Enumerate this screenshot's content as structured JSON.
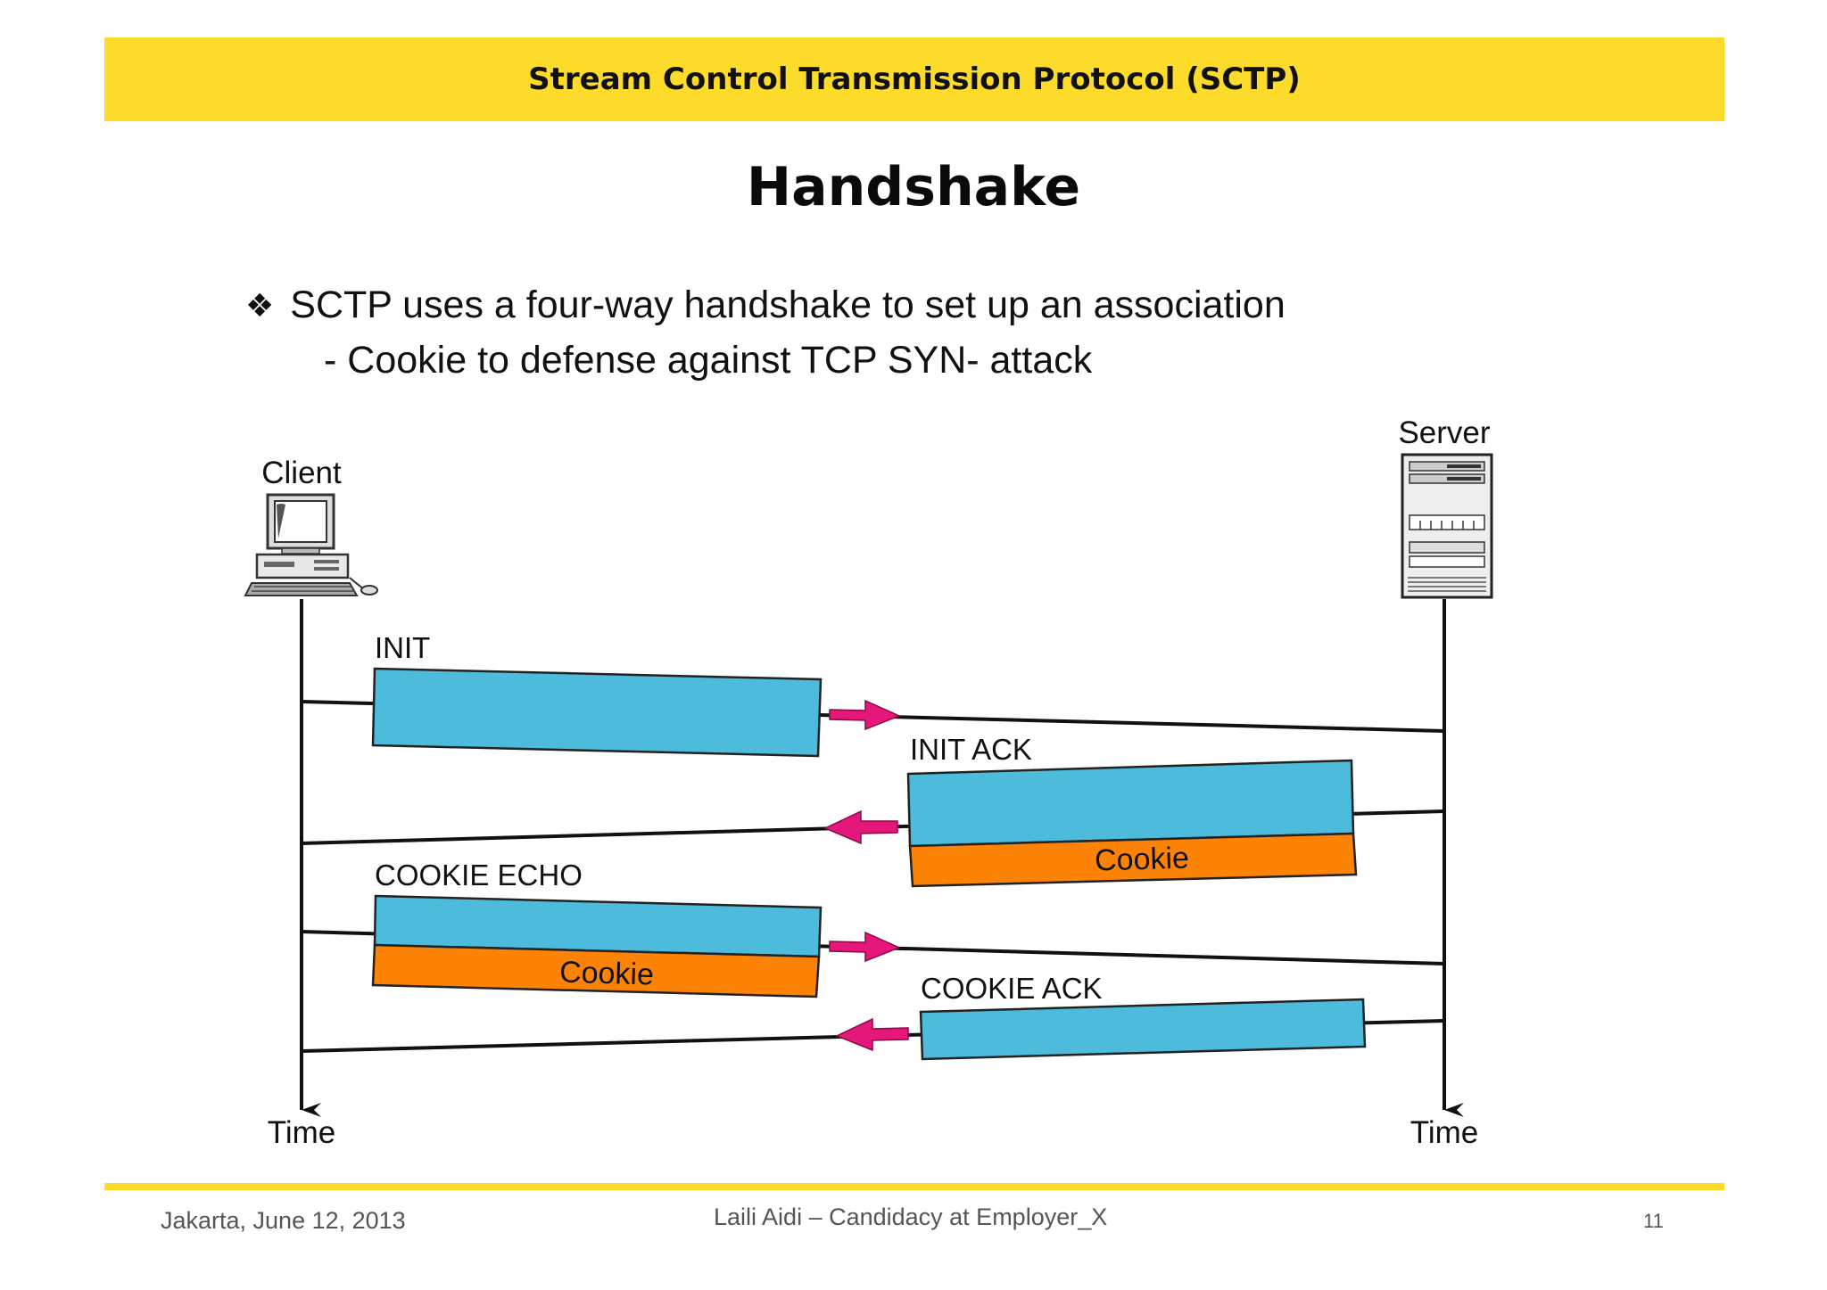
{
  "header": {
    "title": "Stream Control Transmission Protocol (SCTP)"
  },
  "slide": {
    "title": "Handshake",
    "bullet": "SCTP uses a four-way handshake to set up an association",
    "sub_bullet": "- Cookie to defense against TCP SYN- attack",
    "bullet_icon": "diamond-bullet-icon"
  },
  "diagram": {
    "client_label": "Client",
    "server_label": "Server",
    "client_time_label": "Time",
    "server_time_label": "Time",
    "messages": [
      {
        "label": "INIT",
        "direction": "client-to-server",
        "has_cookie": false
      },
      {
        "label": "INIT ACK",
        "direction": "server-to-client",
        "has_cookie": true
      },
      {
        "label": "COOKIE ECHO",
        "direction": "client-to-server",
        "has_cookie": true
      },
      {
        "label": "COOKIE ACK",
        "direction": "server-to-client",
        "has_cookie": false
      }
    ],
    "cookie_label": "Cookie",
    "colors": {
      "packet": "#4dbbdb",
      "cookie": "#fc8306",
      "arrow": "#e6177a",
      "line": "#111111"
    }
  },
  "footer": {
    "left": "Jakarta, June 12, 2013",
    "center": "Laili Aidi – Candidacy at Employer_X",
    "page_number": "11"
  }
}
